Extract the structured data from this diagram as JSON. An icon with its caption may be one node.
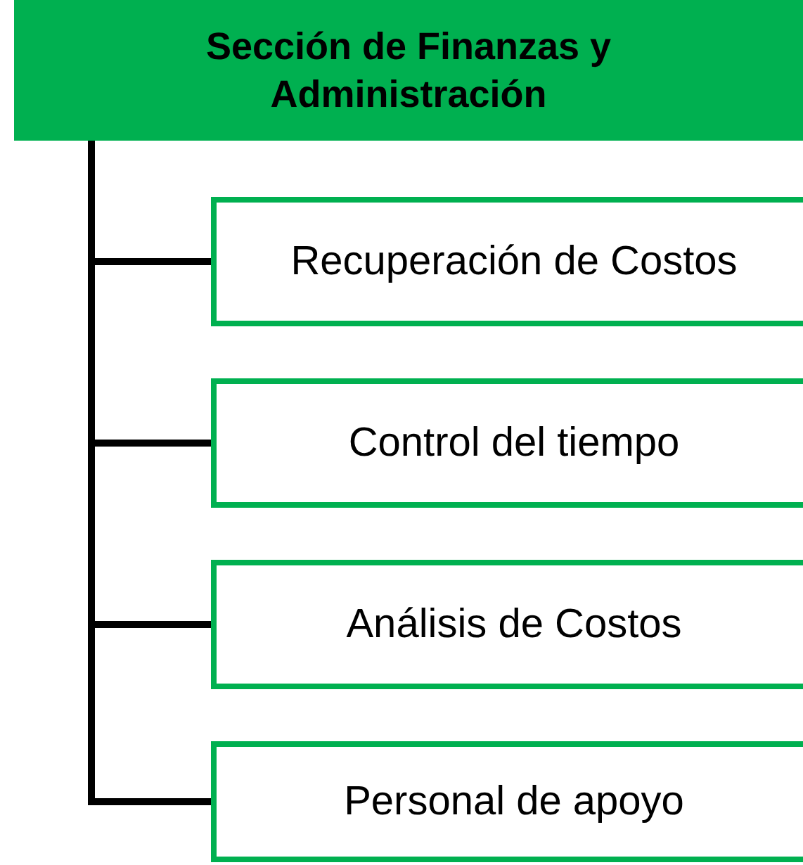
{
  "diagram": {
    "nodes": [
      {
        "text": [
          "Sección de Finanzas y Administración"
        ]
      },
      {
        "text": [
          "Recuperación de Costos"
        ]
      },
      {
        "text": [
          "Control del tiempo"
        ]
      },
      {
        "text": [
          "Análisis de Costos"
        ]
      },
      {
        "text": [
          "Personal de apoyo"
        ]
      }
    ],
    "edges": [
      {
        "from": 0,
        "to": 1,
        "arrow": "none"
      },
      {
        "from": 0,
        "to": 2,
        "arrow": "none"
      },
      {
        "from": 0,
        "to": 3,
        "arrow": "none"
      },
      {
        "from": 0,
        "to": 4,
        "arrow": "none"
      }
    ]
  }
}
